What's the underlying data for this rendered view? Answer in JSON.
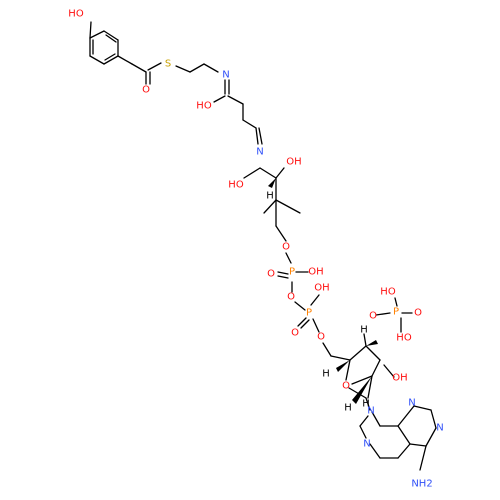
{
  "colors": {
    "bond": "#000000",
    "carbon_h": "#000000",
    "oxygen": "#ff0d0d",
    "nitrogen": "#3050f8",
    "sulfur": "#c8a000",
    "phosphorus": "#ff8000"
  },
  "atoms": [
    {
      "label": "HO",
      "element": "oxygen"
    },
    {
      "label": "S",
      "element": "sulfur"
    },
    {
      "label": "O",
      "element": "oxygen"
    },
    {
      "label": "N",
      "element": "nitrogen"
    },
    {
      "label": "HO",
      "element": "oxygen"
    },
    {
      "label": "N",
      "element": "nitrogen"
    },
    {
      "label": "OH",
      "element": "oxygen"
    },
    {
      "label": "HO",
      "element": "oxygen"
    },
    {
      "label": "H",
      "element": "carbon_h"
    },
    {
      "label": "O",
      "element": "oxygen"
    },
    {
      "label": "P",
      "element": "phosphorus"
    },
    {
      "label": "O",
      "element": "oxygen"
    },
    {
      "label": "OH",
      "element": "oxygen"
    },
    {
      "label": "O",
      "element": "oxygen"
    },
    {
      "label": "P",
      "element": "phosphorus"
    },
    {
      "label": "OH",
      "element": "oxygen"
    },
    {
      "label": "O",
      "element": "oxygen"
    },
    {
      "label": "O",
      "element": "oxygen"
    },
    {
      "label": "HO",
      "element": "oxygen"
    },
    {
      "label": "P",
      "element": "phosphorus"
    },
    {
      "label": "O",
      "element": "oxygen"
    },
    {
      "label": "O",
      "element": "oxygen"
    },
    {
      "label": "HO",
      "element": "oxygen"
    },
    {
      "label": "H",
      "element": "carbon_h"
    },
    {
      "label": "H",
      "element": "carbon_h"
    },
    {
      "label": "O",
      "element": "oxygen"
    },
    {
      "label": "OH",
      "element": "oxygen"
    },
    {
      "label": "H",
      "element": "carbon_h"
    },
    {
      "label": "H",
      "element": "carbon_h"
    },
    {
      "label": "N",
      "element": "nitrogen"
    },
    {
      "label": "N",
      "element": "nitrogen"
    },
    {
      "label": "N",
      "element": "nitrogen"
    },
    {
      "label": "N",
      "element": "nitrogen"
    },
    {
      "label": "NH2",
      "element": "nitrogen"
    }
  ]
}
